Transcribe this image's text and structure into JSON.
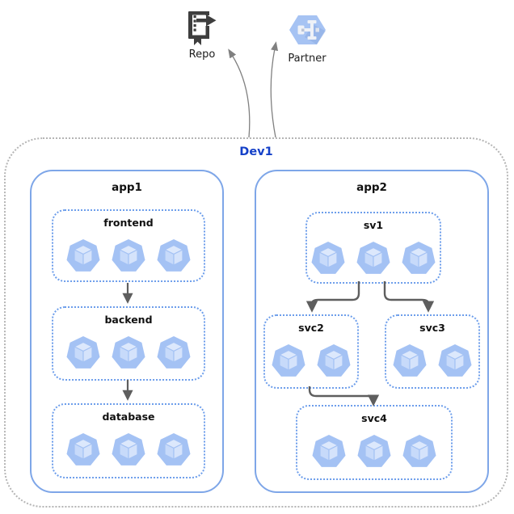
{
  "external": {
    "repo": {
      "label": "Repo"
    },
    "partner": {
      "label": "Partner"
    }
  },
  "cluster": {
    "label": "Dev1",
    "apps": [
      {
        "label": "app1",
        "services": [
          {
            "label": "frontend",
            "pods": 3
          },
          {
            "label": "backend",
            "pods": 3
          },
          {
            "label": "database",
            "pods": 3
          }
        ]
      },
      {
        "label": "app2",
        "services": [
          {
            "label": "sv1",
            "pods": 3
          },
          {
            "label": "svc2",
            "pods": 2
          },
          {
            "label": "svc3",
            "pods": 2
          },
          {
            "label": "svc4",
            "pods": 3
          }
        ]
      }
    ],
    "edges": [
      {
        "from": "frontend",
        "to": "backend"
      },
      {
        "from": "backend",
        "to": "database"
      },
      {
        "from": "sv1",
        "to": "svc2"
      },
      {
        "from": "sv1",
        "to": "svc3"
      },
      {
        "from": "svc2",
        "to": "svc4"
      },
      {
        "from": "Dev1",
        "to": "Repo"
      },
      {
        "from": "Dev1",
        "to": "Partner"
      }
    ]
  },
  "colors": {
    "outer_border": "#b5b5b5",
    "app_border": "#7ea6e8",
    "service_border": "#6d9eeb",
    "pod_fill": "#a4c2f4",
    "pod_face_top": "#dce8fc",
    "pod_face_left": "#c7dafa",
    "pod_face_right": "#d5e3fb",
    "arrow": "#5e5e5e",
    "thin_arrow": "#808080",
    "dev_label": "#1440c8",
    "repo_icon": "#3e3e3e",
    "partner_hex": "#a6c3f3"
  }
}
